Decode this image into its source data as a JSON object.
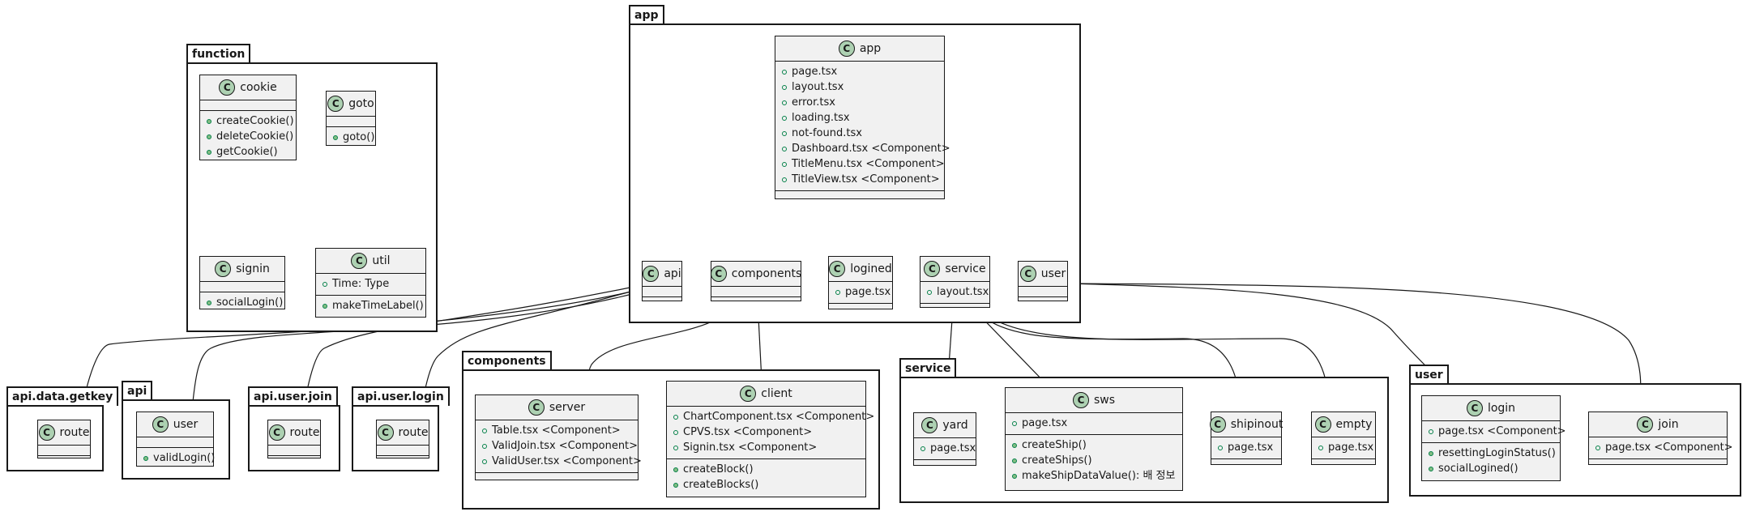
{
  "packages": {
    "function": "function",
    "app": "app",
    "api_data_getkey": "api.data.getkey",
    "api": "api",
    "api_user_join": "api.user.join",
    "api_user_login": "api.user.login",
    "components": "components",
    "service": "service",
    "user": "user"
  },
  "icon_letter": "C",
  "classes": {
    "cookie": {
      "name": "cookie",
      "methods": [
        "createCookie()",
        "deleteCookie()",
        "getCookie()"
      ]
    },
    "goto": {
      "name": "goto",
      "methods": [
        "goto()"
      ]
    },
    "signin": {
      "name": "signin",
      "methods": [
        "socialLogin()"
      ]
    },
    "util": {
      "name": "util",
      "fields": [
        "Time: Type"
      ],
      "methods": [
        "makeTimeLabel()"
      ]
    },
    "app": {
      "name": "app",
      "fields": [
        "page.tsx",
        "layout.tsx",
        "error.tsx",
        "loading.tsx",
        "not-found.tsx",
        "Dashboard.tsx <Component>",
        "TitleMenu.tsx <Component>",
        "TitleView.tsx <Component>"
      ]
    },
    "api": {
      "name": "api"
    },
    "components": {
      "name": "components"
    },
    "logined": {
      "name": "logined",
      "fields": [
        "page.tsx"
      ]
    },
    "service": {
      "name": "service",
      "fields": [
        "layout.tsx"
      ]
    },
    "user": {
      "name": "user"
    },
    "route_getkey": {
      "name": "route"
    },
    "api_user": {
      "name": "user",
      "methods": [
        "validLogin()"
      ]
    },
    "route_join": {
      "name": "route"
    },
    "route_login": {
      "name": "route"
    },
    "server": {
      "name": "server",
      "fields": [
        "Table.tsx <Component>",
        "ValidJoin.tsx <Component>",
        "ValidUser.tsx <Component>"
      ]
    },
    "client": {
      "name": "client",
      "fields": [
        "ChartComponent.tsx <Component>",
        "CPVS.tsx <Component>",
        "Signin.tsx <Component>"
      ],
      "methods": [
        "createBlock()",
        "createBlocks()"
      ]
    },
    "yard": {
      "name": "yard",
      "fields": [
        "page.tsx"
      ]
    },
    "sws": {
      "name": "sws",
      "fields": [
        "page.tsx"
      ],
      "methods": [
        "createShip()",
        "createShips()",
        "makeShipDataValue(): 배 정보"
      ]
    },
    "shipinout": {
      "name": "shipinout",
      "fields": [
        "page.tsx"
      ]
    },
    "empty": {
      "name": "empty",
      "fields": [
        "page.tsx"
      ]
    },
    "login": {
      "name": "login",
      "fields": [
        "page.tsx <Component>"
      ],
      "methods": [
        "resettingLoginStatus()",
        "socialLogined()"
      ]
    },
    "join": {
      "name": "join",
      "fields": [
        "page.tsx <Component>"
      ]
    }
  },
  "colors": {
    "class_fill": "#f1f1f1",
    "icon_fill": "#add1b2",
    "stroke": "#181818",
    "field_dot": "#038048",
    "method_dot": "#84be84"
  }
}
